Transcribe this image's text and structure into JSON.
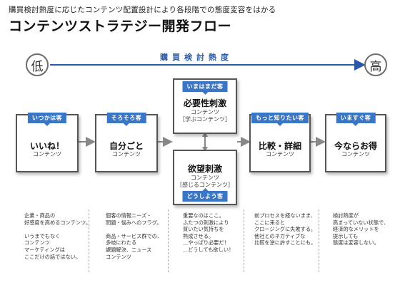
{
  "header": {
    "subtitle": "購買検討熱度に応じたコンテンツ配置設計により各段階での態度変容をはかる",
    "title": "コンテンツストラテジー開発フロー"
  },
  "scale": {
    "low": "低",
    "high": "高",
    "label": "購買検討熱度"
  },
  "stages": [
    {
      "tag": "いつかは客",
      "name": "いいね！",
      "sub": "コンテンツ",
      "desc": "企業・商品の\n好感度を高めるコンテンツ。\n\nいうまでもなく\nコンテンツ\nマーケティングは\nここだけの話ではない。"
    },
    {
      "tag": "そろそろ客",
      "name": "自分ごと",
      "sub": "コンテンツ",
      "desc": "個客の情報ニーズ・\n問題・悩みへのフラグ。\n\n商品・サービス群での、\n多岐にわたる\n課題解決、ニュース\nコンテンツ"
    },
    {
      "tag": "いまはまだ客",
      "name": "必要性刺激",
      "sub": "コンテンツ",
      "sub2": "［学ぶコンテンツ］",
      "tag2": "どうしよう客",
      "name2": "欲望刺激",
      "sub3": "コンテンツ",
      "sub4": "［感じるコンテンツ］",
      "desc": "重要なのはここ。\nふたつの刺激により\n買いたい気持ちを\n熟成させる。\n＿やっぱり必要だ！\n＿どうしても欲しい！"
    },
    {
      "tag": "もっと知りたい客",
      "name": "比較・詳細",
      "sub": "コンテンツ",
      "desc": "前プロセスを経ないまま、\nここに来ると\nクロージングに失敗する。\n他社とのネガティブな\n比較を逆に許すことにも。"
    },
    {
      "tag": "いますぐ客",
      "name": "今ならお得",
      "sub": "コンテンツ",
      "desc": "検討熱度が\n高まっていない状態で、\n経済的なメリットを\n提示しても\n態度は変容しない。"
    }
  ],
  "colors": {
    "accent": "#3a76c4",
    "scale_line": "#2a5aa6",
    "border": "#555555"
  }
}
